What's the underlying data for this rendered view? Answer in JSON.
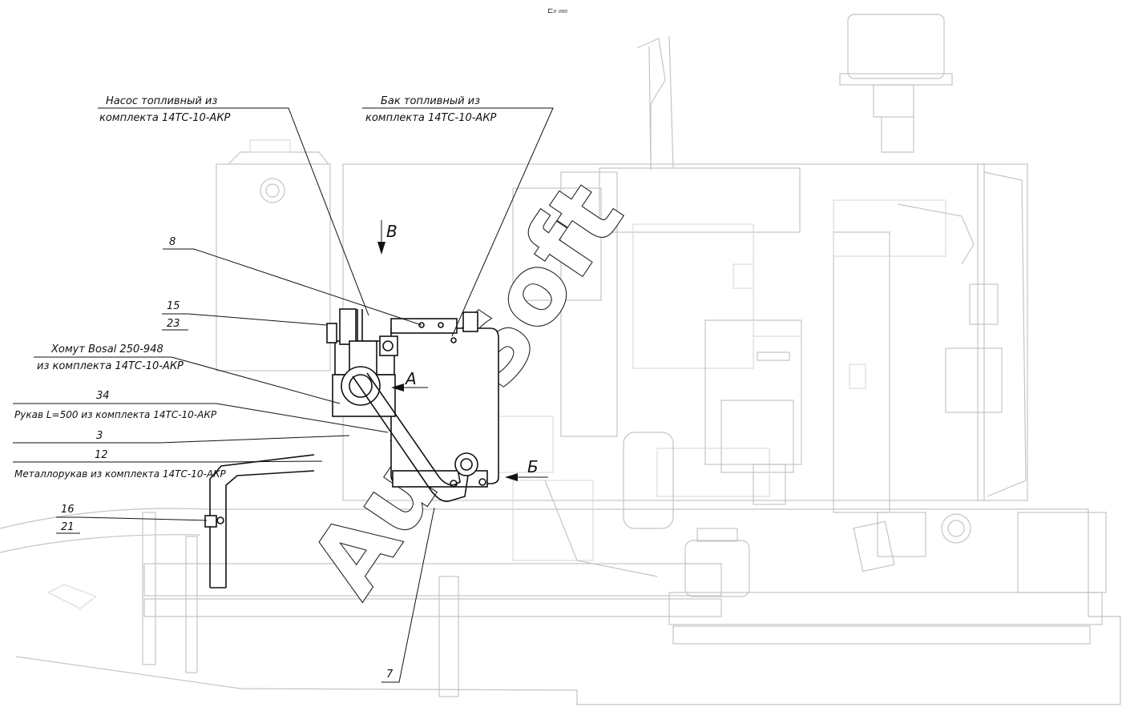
{
  "header": {
    "mark": "⊏₀ ₀₀₀"
  },
  "callouts": {
    "pump": {
      "line1": "Насос  топливный  из",
      "line2": "комплекта  14ТС-10-АКР"
    },
    "tank": {
      "line1": "Бак  топливный  из",
      "line2": "комплекта  14ТС-10-АКР"
    },
    "clamp": {
      "line1": "Хомут Bosal 250-948",
      "line2": "из комплекта 14ТС-10-АКР"
    },
    "hose": {
      "number": "34",
      "text": "Рукав L=500 из комплекта 14ТС-10-АКР"
    },
    "metal_hose": {
      "number": "12",
      "text": "Металлорукав из комплекта 14ТС-10-АКР"
    },
    "item_3": "3",
    "item_7": "7",
    "item_8": "8",
    "item_15_23": {
      "top": "15",
      "bottom": "23"
    },
    "item_16_21": {
      "top": "16",
      "bottom": "21"
    }
  },
  "views": {
    "v": "В",
    "a": "А",
    "b": "Б"
  },
  "watermark": {
    "text": "AutoSoft"
  }
}
